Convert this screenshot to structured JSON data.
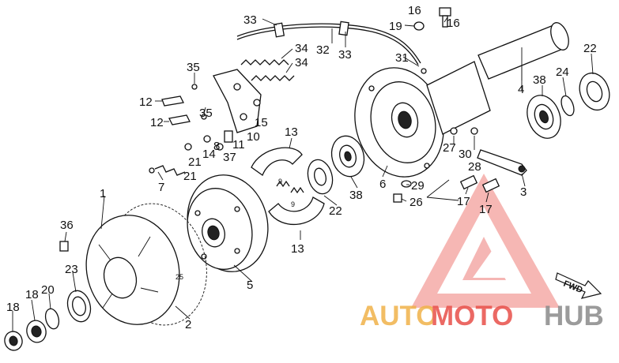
{
  "diagram": {
    "labels": {
      "l33a": "33",
      "l33b": "33",
      "l32": "32",
      "l16a": "16",
      "l16b": "16",
      "l19": "19",
      "l34a": "34",
      "l34b": "34",
      "l31": "31",
      "l22a": "22",
      "l4": "4",
      "l38a": "38",
      "l24": "24",
      "l35a": "35",
      "l35b": "35",
      "l12a": "12",
      "l12b": "12",
      "l15": "15",
      "l10": "10",
      "l11": "11",
      "l14": "14",
      "l8": "8",
      "l37": "37",
      "l21a": "21",
      "l21b": "21",
      "l7": "7",
      "l13a": "13",
      "l13b": "13",
      "l9a": "9",
      "l9b": "9",
      "l27": "27",
      "l30": "30",
      "l28": "28",
      "l3": "3",
      "l6": "6",
      "l38b": "38",
      "l22b": "22",
      "l29": "29",
      "l26": "26",
      "l17a": "17",
      "l17b": "17",
      "l1": "1",
      "l36": "36",
      "l25": "25",
      "l5": "5",
      "l23": "23",
      "l20": "20",
      "l18a": "18",
      "l18b": "18",
      "l2": "2"
    },
    "direction_tag": "FWD"
  },
  "watermark": {
    "word_1": "AUTO",
    "word_2": "MOTO",
    "word_3": "HUB"
  }
}
